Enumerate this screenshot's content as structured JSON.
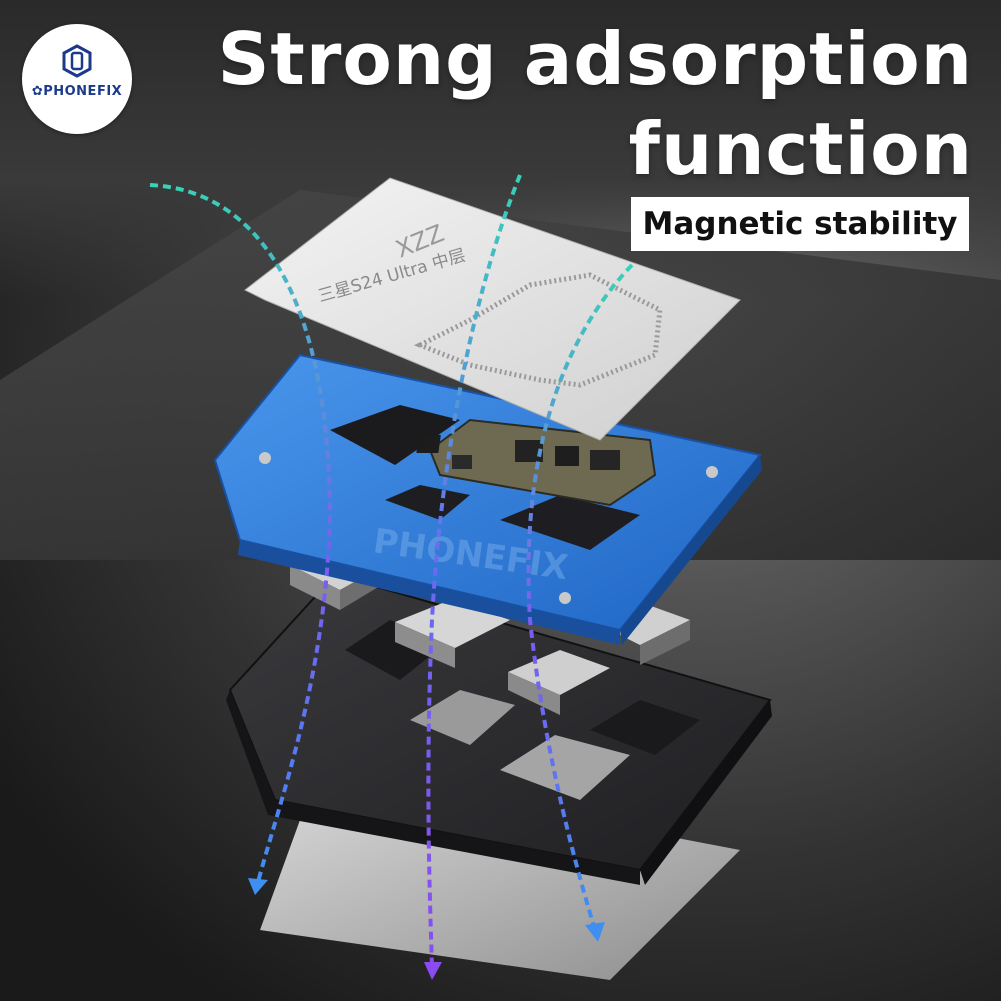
{
  "brand": {
    "name": "PHONEFIX",
    "mark": "✿"
  },
  "headline": {
    "line1": "Strong adsorption",
    "line2": "function"
  },
  "tag": "Magnetic stability",
  "stencil": {
    "brand_mark": "XZZ",
    "label": "三星S24 Ultra 中层"
  },
  "watermark": "PHONEFIX",
  "colors": {
    "frame_blue": "#2f7fd8",
    "base_black": "#2b2b2e",
    "arrow_teal": "#3ad1c0",
    "arrow_purple": "#8a5cf0"
  }
}
